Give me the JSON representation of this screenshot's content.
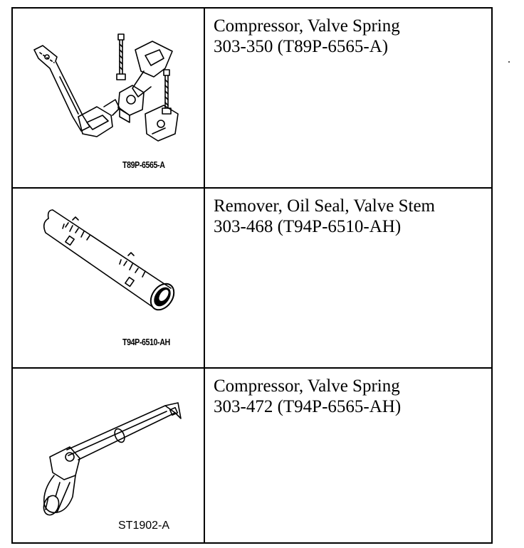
{
  "tools": [
    {
      "label": "T89P-6565-A",
      "name": "Compressor, Valve Spring",
      "number": "303-350 (T89P-6565-A)",
      "icon": "valve-spring-compressor-illustration"
    },
    {
      "label": "T94P-6510-AH",
      "name": "Remover, Oil Seal, Valve Stem",
      "number": "303-468 (T94P-6510-AH)",
      "icon": "oil-seal-remover-illustration"
    },
    {
      "label": "ST1902-A",
      "name": "Compressor, Valve Spring",
      "number": "303-472 (T94P-6565-AH)",
      "icon": "valve-spring-compressor-lever-illustration"
    }
  ]
}
